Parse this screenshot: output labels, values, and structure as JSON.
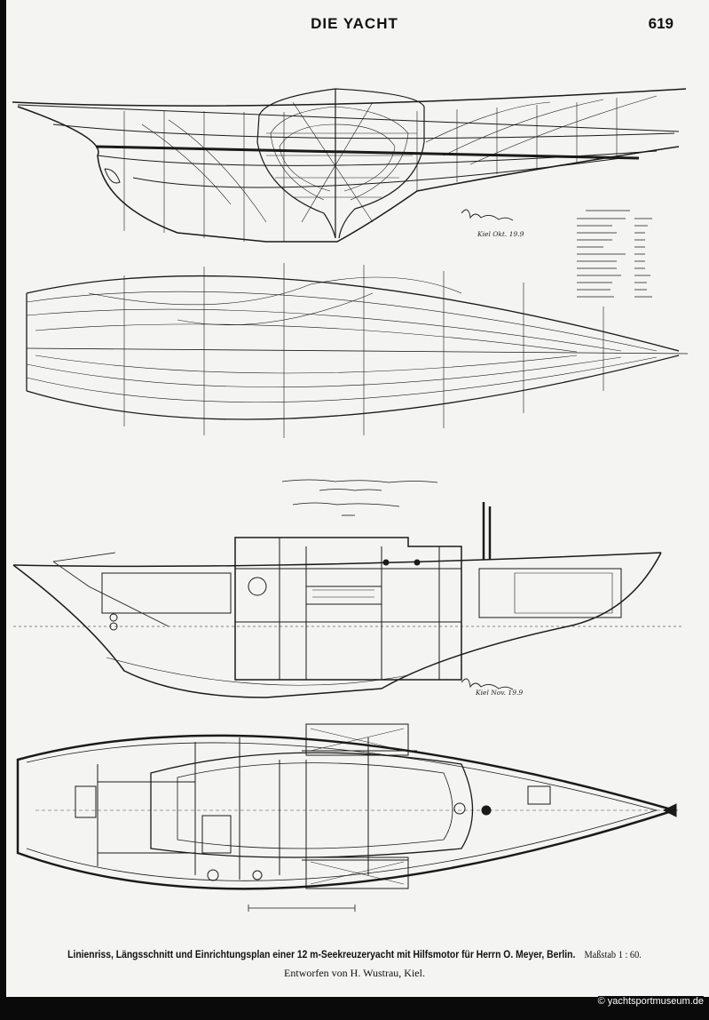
{
  "header": {
    "title": "DIE YACHT",
    "page_number": "619"
  },
  "caption": {
    "main": "Linienriss, Längsschnitt und Einrichtungsplan einer 12 m-Seekreuzeryacht mit Hilfsmotor für Herrn O. Meyer, Berlin.",
    "scale": "Maßstab 1 : 60.",
    "credit": "Entworfen von H. Wustrau, Kiel."
  },
  "handwriting": {
    "signature_top": "H Wustrau",
    "signature_top_place": "Kiel Okt. 19.9",
    "signature_middle": "H Wustrau",
    "signature_middle_place": "Kiel Nov. 19.9"
  },
  "watermark": "© yachtsportmuseum.de"
}
